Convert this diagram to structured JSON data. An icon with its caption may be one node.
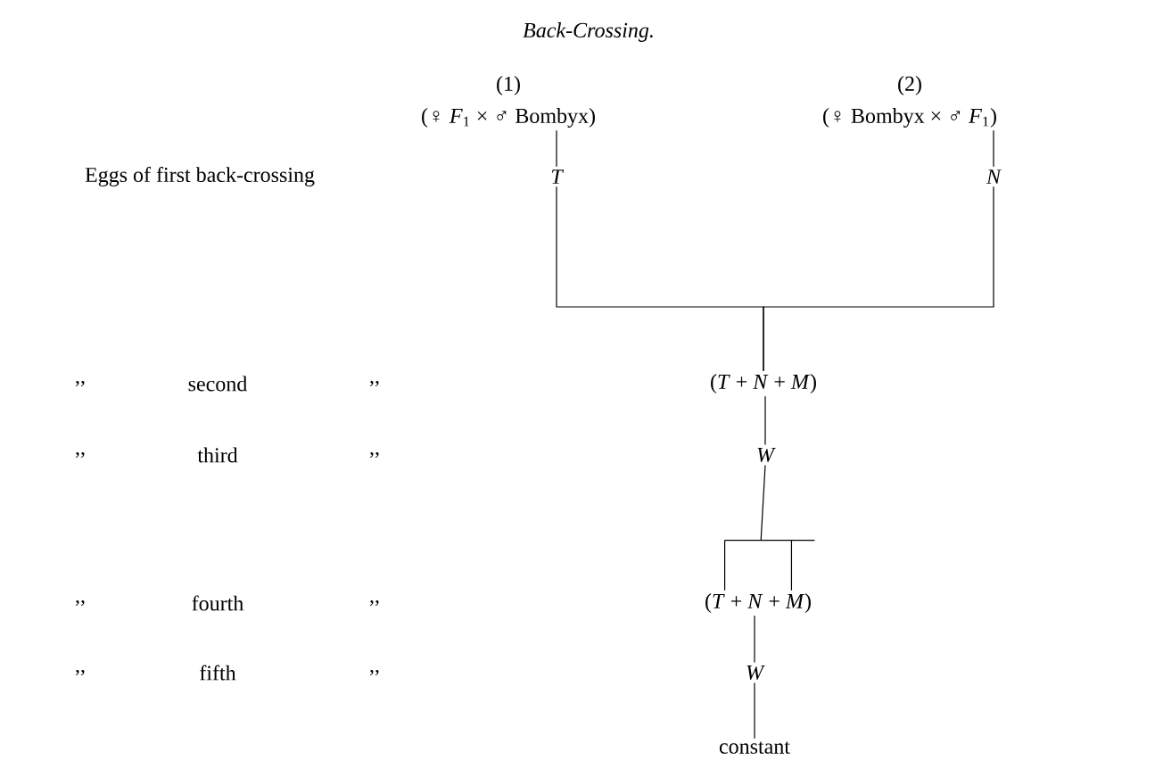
{
  "diagram": {
    "title": "Back-Crossing.",
    "nodes": [
      {
        "text": [
          "(1)",
          "(♀ *F*$_{1}$ × ♂ Bombyx)"
        ]
      },
      {
        "text": [
          "(2)",
          "(♀ Bombyx × ♂ *F*$_{1}$)"
        ]
      },
      {
        "text": [
          "T"
        ]
      },
      {
        "text": [
          "N"
        ]
      },
      {
        "text": [
          "(*T* + *N* + *M*)"
        ]
      },
      {
        "text": [
          "W"
        ]
      },
      {
        "text": [
          "(*T* + *N* + *M*)"
        ]
      },
      {
        "text": [
          "W"
        ]
      },
      {
        "text": [
          "constant"
        ]
      }
    ],
    "edges": [
      {
        "from": 0,
        "to": 2,
        "arrow": "none"
      },
      {
        "from": 1,
        "to": 3,
        "arrow": "none"
      },
      {
        "from": 2,
        "to": 4,
        "arrow": "none"
      },
      {
        "from": 3,
        "to": 4,
        "arrow": "none"
      },
      {
        "from": 4,
        "to": 5,
        "arrow": "none"
      },
      {
        "from": 5,
        "to": 6,
        "arrow": "none"
      },
      {
        "from": 6,
        "to": 7,
        "arrow": "none"
      },
      {
        "from": 7,
        "to": 8,
        "arrow": "none"
      }
    ],
    "labels": [
      "Eggs of first back-crossing",
      ",,",
      "second",
      ",,",
      ",,",
      "third",
      ",,",
      ",,",
      "fourth",
      ",,",
      ",,",
      "fifth",
      ",,"
    ]
  }
}
